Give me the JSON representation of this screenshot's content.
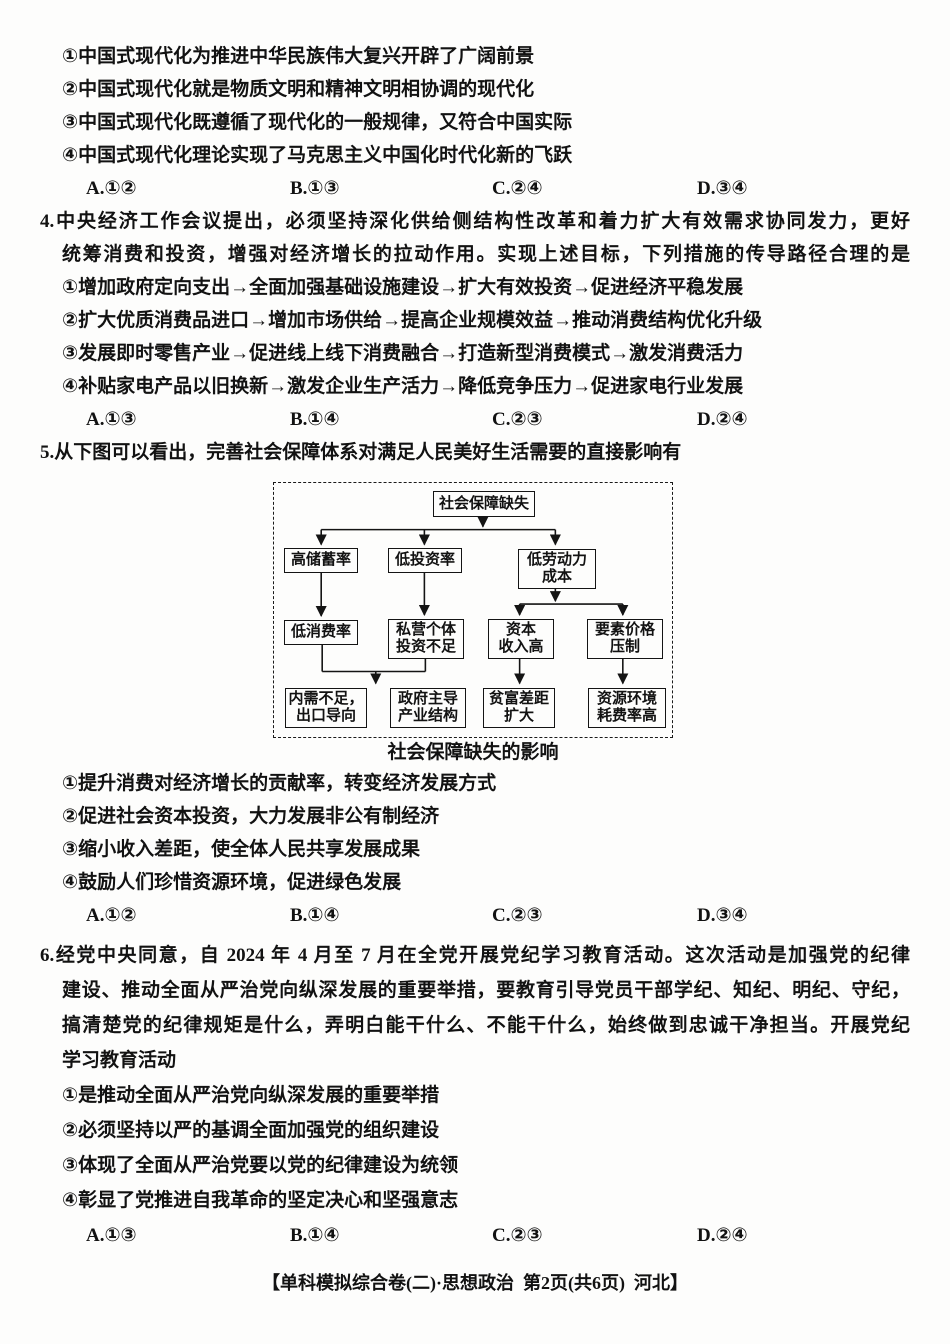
{
  "page": {
    "footer": "【单科模拟综合卷(二)·思想政治  第2页(共6页)  河北】"
  },
  "q3": {
    "options": [
      "①中国式现代化为推进中华民族伟大复兴开辟了广阔前景",
      "②中国式现代化就是物质文明和精神文明相协调的现代化",
      "③中国式现代化既遵循了现代化的一般规律，又符合中国实际",
      "④中国式现代化理论实现了马克思主义中国化时代化新的飞跃"
    ],
    "answers": [
      "A.①②",
      "B.①③",
      "C.②④",
      "D.③④"
    ]
  },
  "q4": {
    "stem_lines": [
      "4.中央经济工作会议提出，必须坚持深化供给侧结构性改革和着力扩大有效需求协同发力，更好",
      "统筹消费和投资，增强对经济增长的拉动作用。实现上述目标，下列措施的传导路径合理的是"
    ],
    "options": [
      "①增加政府定向支出→全面加强基础设施建设→扩大有效投资→促进经济平稳发展",
      "②扩大优质消费品进口→增加市场供给→提高企业规模效益→推动消费结构优化升级",
      "③发展即时零售产业→促进线上线下消费融合→打造新型消费模式→激发消费活力",
      "④补贴家电产品以旧换新→激发企业生产活力→降低竞争压力→促进家电行业发展"
    ],
    "answers": [
      "A.①③",
      "B.①④",
      "C.②③",
      "D.②④"
    ]
  },
  "q5": {
    "stem": "5.从下图可以看出，完善社会保障体系对满足人民美好生活需要的直接影响有",
    "diagram": {
      "nodes": {
        "root": "社会保障缺失",
        "high_savings": "高储蓄率",
        "low_investment": "低投资率",
        "low_labor_cost": "低劳动力\n成本",
        "low_consumption": "低消费率",
        "private_investment_shortage": "私营个体\n投资不足",
        "high_capital_income": "资本\n收入高",
        "factor_price_suppression": "要素价格\n压制",
        "weak_domestic_demand": "内需不足，\n出口导向",
        "gov_led_industry": "政府主导\n产业结构",
        "wealth_gap_widening": "贫富差距\n扩大",
        "high_resource_env_cost": "资源环境\n耗费率高"
      },
      "caption": "社会保障缺失的影响"
    },
    "options": [
      "①提升消费对经济增长的贡献率，转变经济发展方式",
      "②促进社会资本投资，大力发展非公有制经济",
      "③缩小收入差距，使全体人民共享发展成果",
      "④鼓励人们珍惜资源环境，促进绿色发展"
    ],
    "answers": [
      "A.①②",
      "B.①④",
      "C.②③",
      "D.③④"
    ]
  },
  "q6": {
    "stem_lines": [
      "6.经党中央同意，自 2024 年 4 月至 7 月在全党开展党纪学习教育活动。这次活动是加强党的纪律",
      "建设、推动全面从严治党向纵深发展的重要举措，要教育引导党员干部学纪、知纪、明纪、守纪，",
      "搞清楚党的纪律规矩是什么，弄明白能干什么、不能干什么，始终做到忠诚干净担当。开展党纪",
      "学习教育活动"
    ],
    "options": [
      "①是推动全面从严治党向纵深发展的重要举措",
      "②必须坚持以严的基调全面加强党的组织建设",
      "③体现了全面从严治党要以党的纪律建设为统领",
      "④彰显了党推进自我革命的坚定决心和坚强意志"
    ],
    "answers": [
      "A.①③",
      "B.①④",
      "C.②③",
      "D.②④"
    ]
  }
}
